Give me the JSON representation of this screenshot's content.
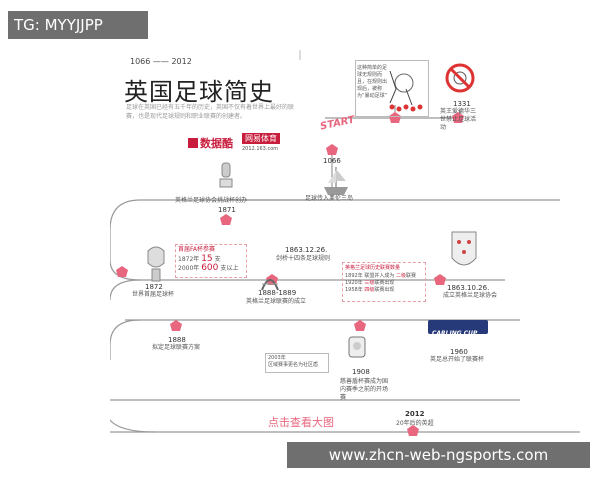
{
  "watermark_tag": "TG: MYYJJPP",
  "footer_url": "www.zhcn-web-ngsports.com",
  "infographic": {
    "span": "1066 —— 2012",
    "title": "英国足球简史",
    "intro": "足球在英国已经有五千年的历史，英国不仅有着世界上最好的联赛，也是现代足球规则和职业联赛的创建者。",
    "logo1": "数据酷",
    "logo2": "网易体育",
    "logo2_sub": "2012.163.com",
    "start_label": "START",
    "click_label": "点击查看大图",
    "colors": {
      "accent": "#c81d3c",
      "dot": "#e8667e",
      "line": "#999999"
    },
    "top_note": "这种简单的足球无规则而且，在规则出现后，被称为“暴动足球”",
    "events": [
      {
        "year": "1066",
        "text": "足球传入英伦三岛"
      },
      {
        "year": "1331",
        "text": "英王爱德华三世禁止足球活动"
      },
      {
        "year": "1871",
        "text": "英格兰足球协会挑战杯创办"
      },
      {
        "year": "1863.12.26.",
        "text": "剑桥十四条足球规则"
      },
      {
        "year": "1863.10.26.",
        "text": "成立英格兰足球协会"
      },
      {
        "year": "1872",
        "text": "世界首届足球杯"
      },
      {
        "year": "1888-1889",
        "text": "英格兰足球联赛的成立"
      },
      {
        "year": "1888",
        "text": "拟定足球联赛方案"
      },
      {
        "year": "1908",
        "text": "慈善盾杯赛成为国内赛季之前的开场赛"
      },
      {
        "year": "1960",
        "text": "英足总开始了联赛杯"
      },
      {
        "year": "2012",
        "text": "20年后的英超"
      }
    ],
    "fa_cup_box": {
      "header": "首届FA杯参赛",
      "line1_year": "1872年",
      "line1_value": "15",
      "line1_unit": "支",
      "line2_year": "2000年",
      "line2_value": "600",
      "line2_unit": "支以上"
    },
    "league_box": {
      "header": "英格兰足球历史联赛数量",
      "rows": [
        {
          "year": "1892年",
          "text": "联盟并入成为",
          "highlight": "二级",
          "tail": "联赛"
        },
        {
          "year": "1920年",
          "text": "",
          "highlight": "三级",
          "tail": "联赛出现"
        },
        {
          "year": "1958年",
          "text": "",
          "highlight": "四级",
          "tail": "联赛出现"
        }
      ]
    },
    "box_2003": "2003年\n区域赛事更名为社区盾",
    "carling_label": "CARLING CUP"
  }
}
